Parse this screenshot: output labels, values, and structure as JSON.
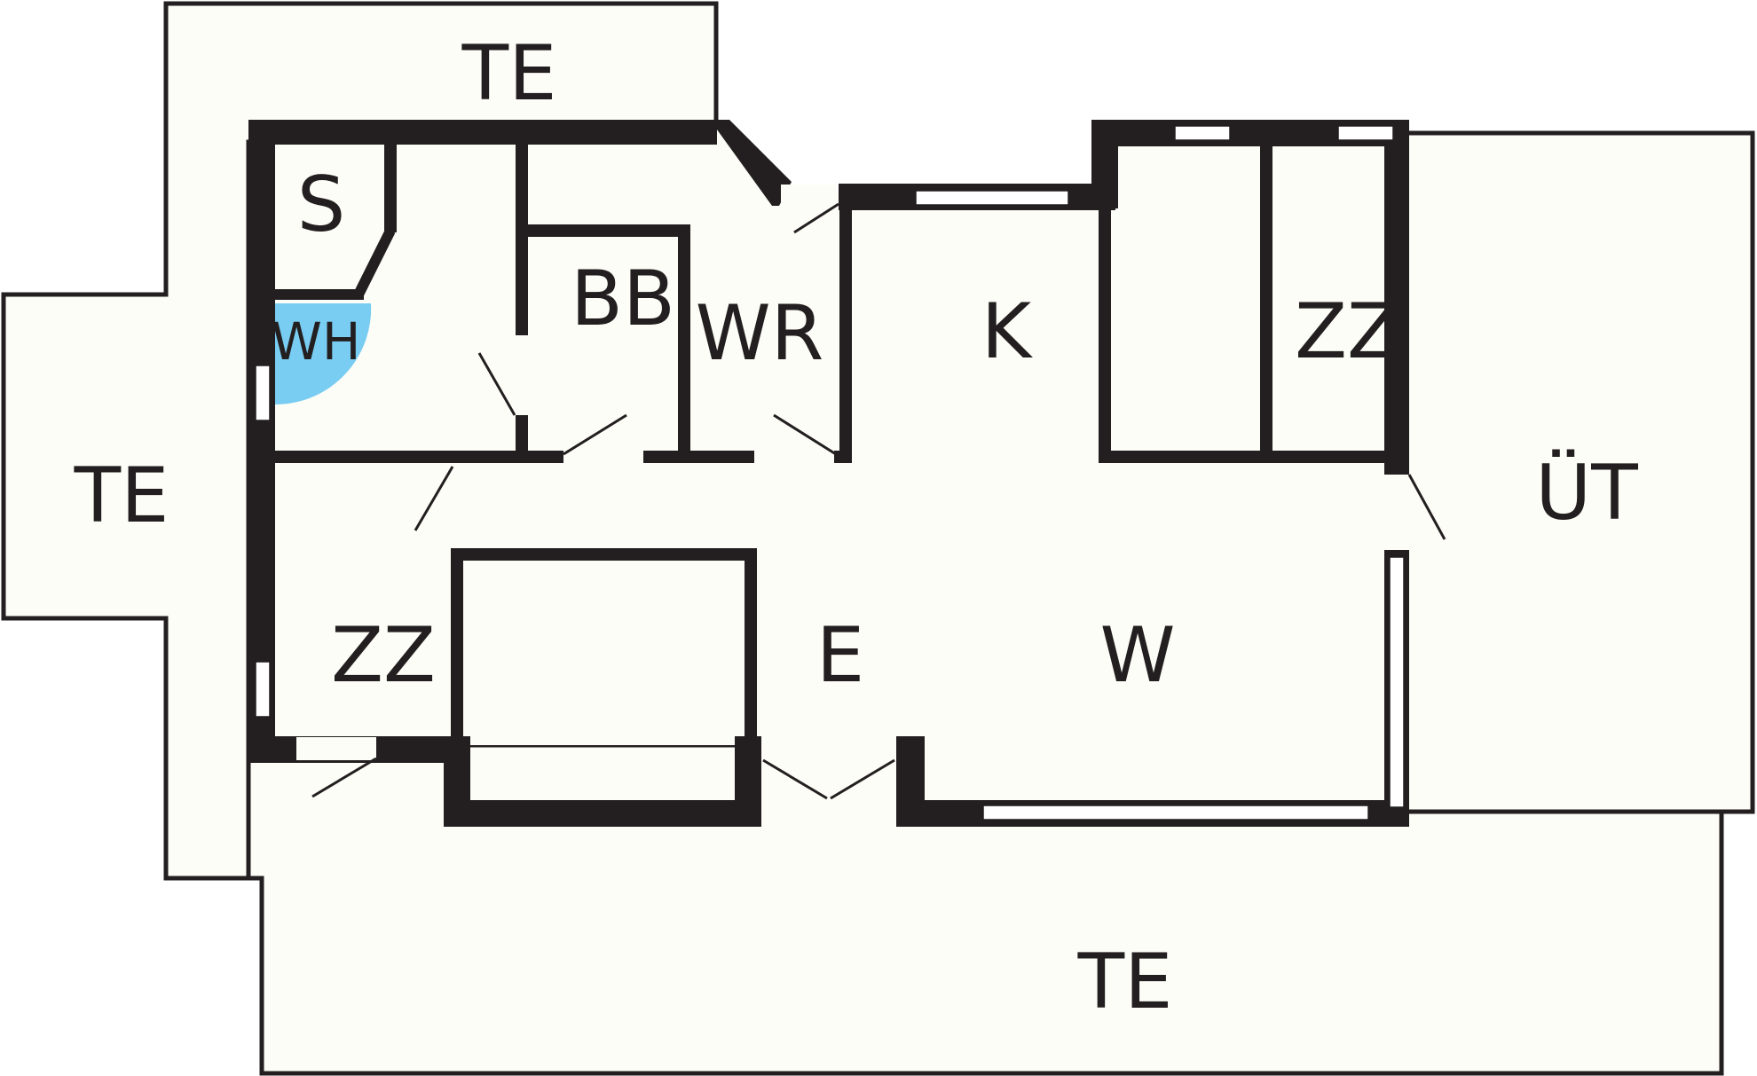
{
  "labels": {
    "terrace_top": "TE",
    "terrace_left": "TE",
    "terrace_bottom": "TE",
    "utility": "ÜT",
    "sauna": "S",
    "water_heater": "WH",
    "bathroom": "BB",
    "toilet": "WR",
    "kitchen": "K",
    "bedroom_right": "ZZ",
    "bedroom_left": "ZZ",
    "entrance": "E",
    "living_room": "W"
  },
  "colors": {
    "wall": "#231f20",
    "floor": "#fdfdf7",
    "water_heater": "#79cdf2"
  }
}
